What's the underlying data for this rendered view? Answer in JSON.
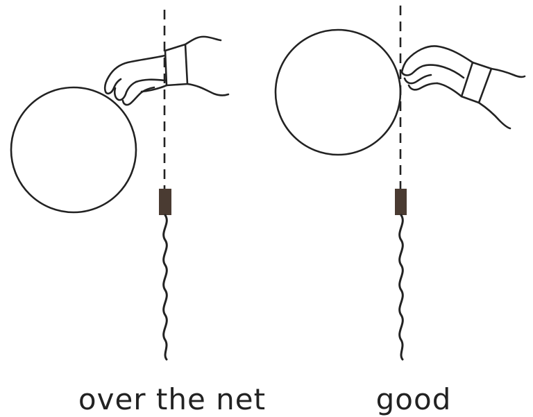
{
  "panels": [
    {
      "id": "left",
      "caption": "over the net"
    },
    {
      "id": "right",
      "caption": "good"
    }
  ],
  "colors": {
    "ink": "#222222",
    "post": "#4a3b32",
    "background": "#ffffff"
  }
}
